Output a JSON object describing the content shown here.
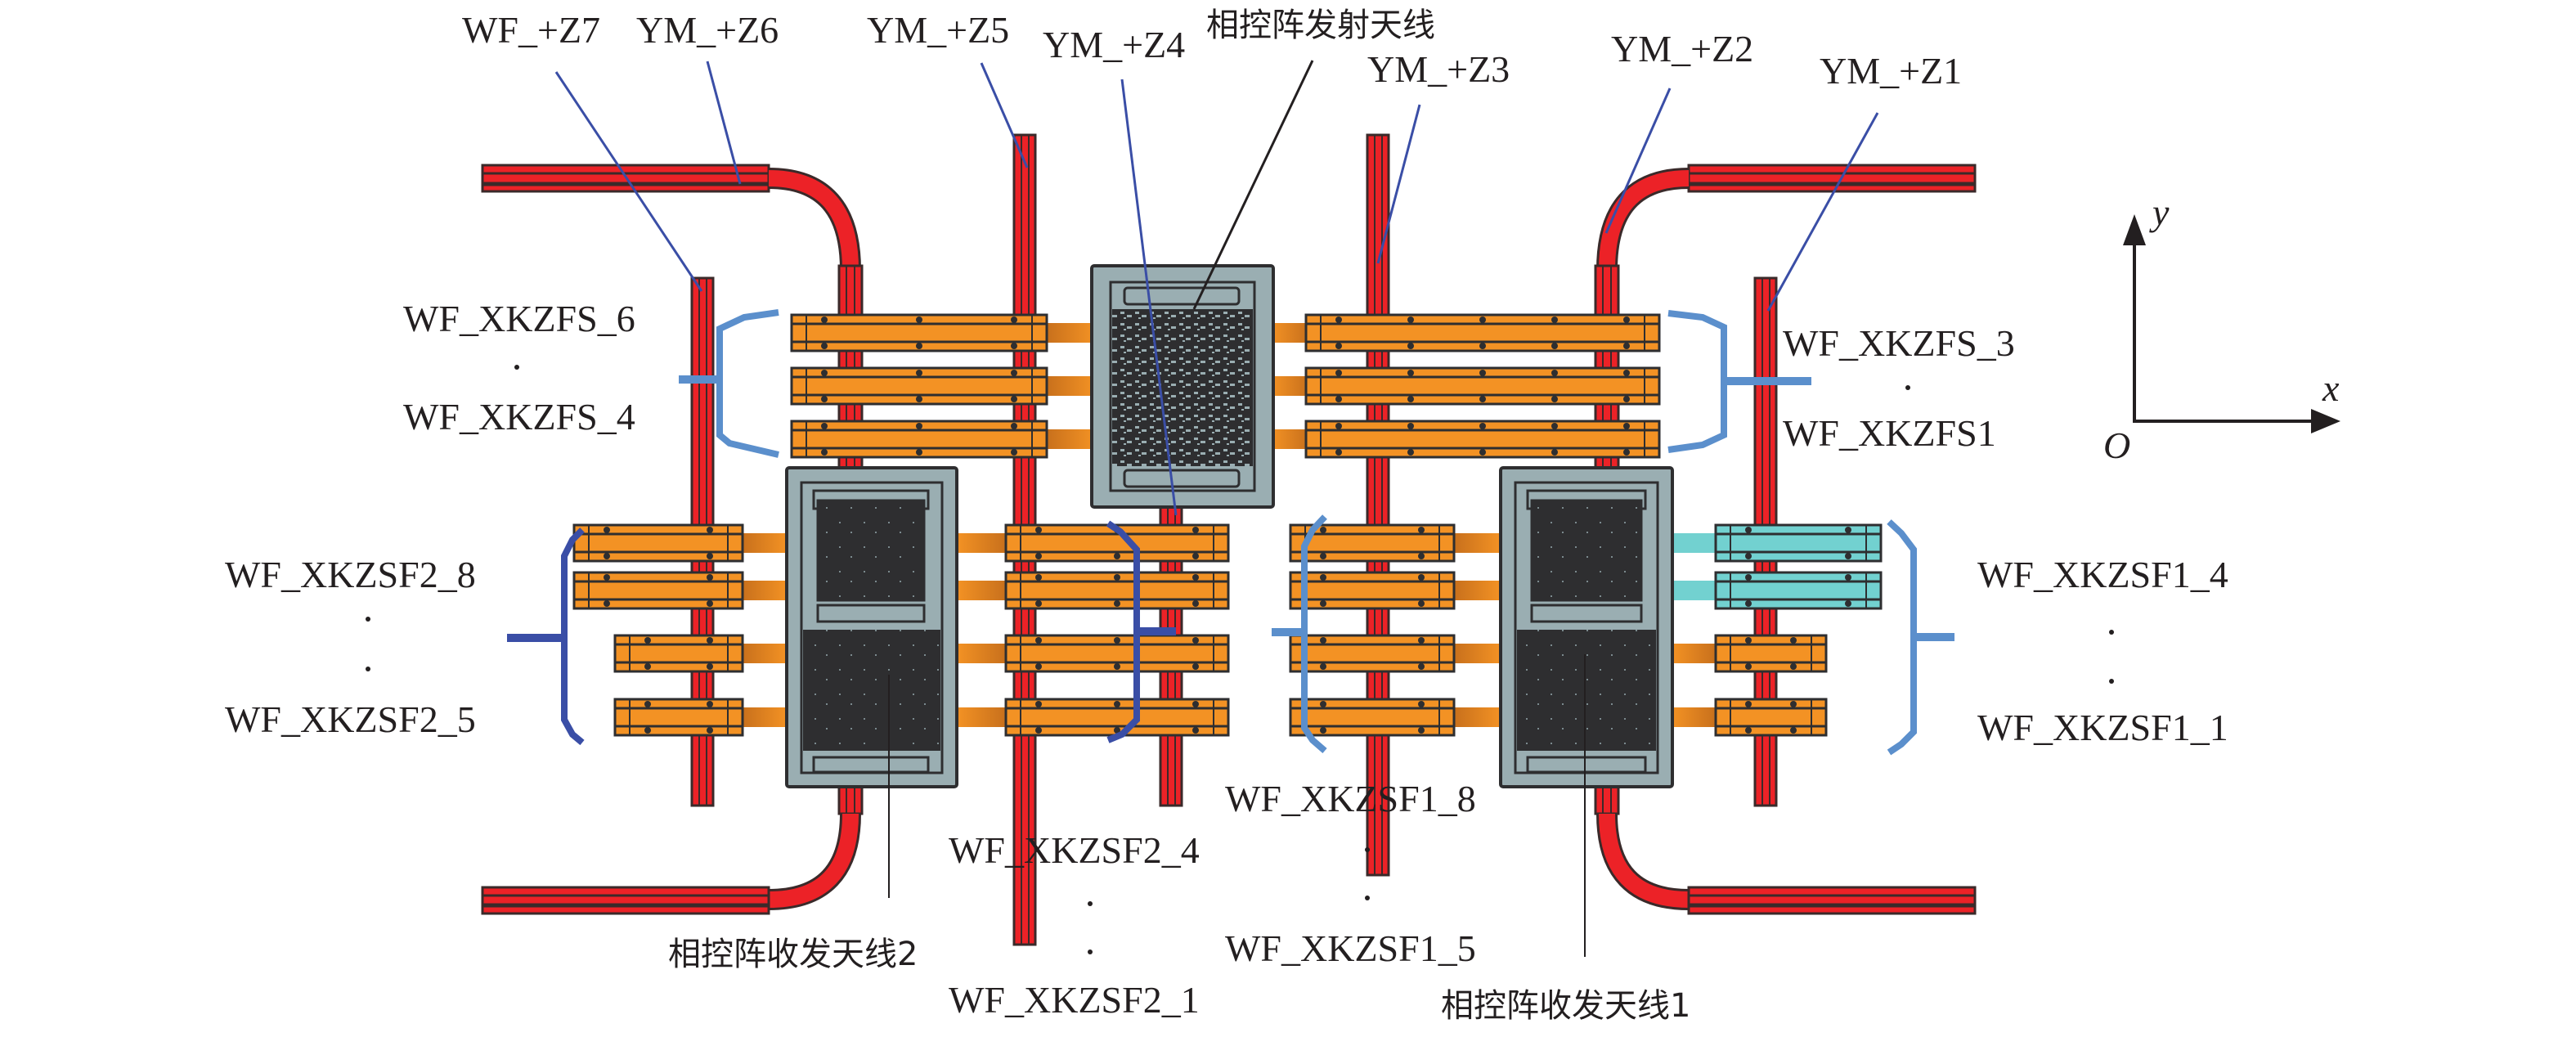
{
  "title_labels": {
    "tx_antenna": "相控阵发射天线",
    "rx_antenna_1": "相控阵收发天线1",
    "rx_antenna_2": "相控阵收发天线2"
  },
  "pipe_labels": {
    "wf_z7": "WF_+Z7",
    "ym_z6": "YM_+Z6",
    "ym_z5": "YM_+Z5",
    "ym_z4": "YM_+Z4",
    "ym_z3": "YM_+Z3",
    "ym_z2": "YM_+Z2",
    "ym_z1": "YM_+Z1"
  },
  "group_labels": {
    "zfs_left_top": "WF_XKZFS_6",
    "zfs_left_bottom": "WF_XKZFS_4",
    "zfs_right_top": "WF_XKZFS_3",
    "zfs_right_bottom": "WF_XKZFS1",
    "zsf2_left_top": "WF_XKZSF2_8",
    "zsf2_left_bottom": "WF_XKZSF2_5",
    "zsf2_right_top": "WF_XKZSF2_4",
    "zsf2_right_bottom": "WF_XKZSF2_1",
    "zsf1_left_top": "WF_XKZSF1_8",
    "zsf1_left_bottom": "WF_XKZSF1_5",
    "zsf1_right_top": "WF_XKZSF1_4",
    "zsf1_right_bottom": "WF_XKZSF1_1"
  },
  "axes": {
    "x_label": "x",
    "y_label": "y",
    "origin_label": "O"
  },
  "colors": {
    "heat_pipe": "#ec2227",
    "pipe_outline": "#3a2a2a",
    "connector_orange": "#f39224",
    "connector_cyan": "#72d1d0",
    "antenna_gray": "#9aaeb2",
    "antenna_dark": "#2e2e30",
    "bracket_light_blue": "#5b8fcc",
    "bracket_dark_blue": "#3a4ea6",
    "leader_line": "#3a4ea6"
  }
}
